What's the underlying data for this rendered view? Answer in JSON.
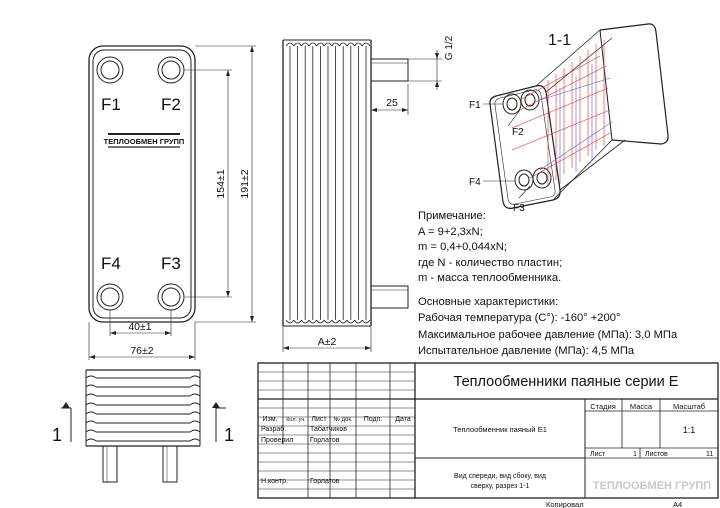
{
  "drawing": {
    "port_labels": {
      "f1": "F1",
      "f2": "F2",
      "f3": "F3",
      "f4": "F4"
    },
    "logo_text": "ТЕПЛООБМЕН ГРУПП",
    "dimensions": {
      "port_spacing": "40±1",
      "width": "76±2",
      "port_height": "154±1",
      "height": "191±2",
      "thread": "G 1/2",
      "nozzle_length": "25",
      "pack_length": "A±2"
    },
    "section_label": "1-1",
    "section_marks": {
      "left": "1",
      "right": "1"
    }
  },
  "notes": {
    "title": "Примечание:",
    "lines": [
      "A = 9+2,3xN;",
      "m = 0,4+0,044xN;",
      "где N - количество пластин;",
      "m - масса теплообменника."
    ]
  },
  "characteristics": {
    "title": "Основные характеристики:",
    "lines": [
      "Рабочая температура (С°): -160° +200°",
      "Максимальное рабочее давление (МПа): 3,0 МПа",
      "Испытательное давление (МПа): 4,5 МПа"
    ]
  },
  "title_block": {
    "main_title": "Теплообменники паяные серии Е",
    "item_name": "Теплообменник паяный Е1",
    "view_description_line1": "Вид спереди, вид сбоку, вид",
    "view_description_line2": "сверху, разрез 1-1",
    "headers": {
      "izm": "Изм.",
      "kol_uch": "Кол. уч.",
      "list": "Лист",
      "n_dok": "№ док.",
      "podp": "Подп.",
      "data": "Дата"
    },
    "stage_header": "Стадия",
    "mass_header": "Масса",
    "scale_header": "Масштаб",
    "scale_value": "1:1",
    "sheet_label": "Лист",
    "sheet_value": "1",
    "sheets_label": "Листов",
    "sheets_value": "11",
    "roles": [
      {
        "role": "Разраб.",
        "name": "Табатчиков"
      },
      {
        "role": "Проверил",
        "name": "Горлатов"
      },
      {
        "role": "Н.контр.",
        "name": "Горлатов"
      }
    ],
    "company_logo": "ТЕПЛООБМЕН ГРУПП",
    "copied_by": "Копировал",
    "format": "А4"
  }
}
